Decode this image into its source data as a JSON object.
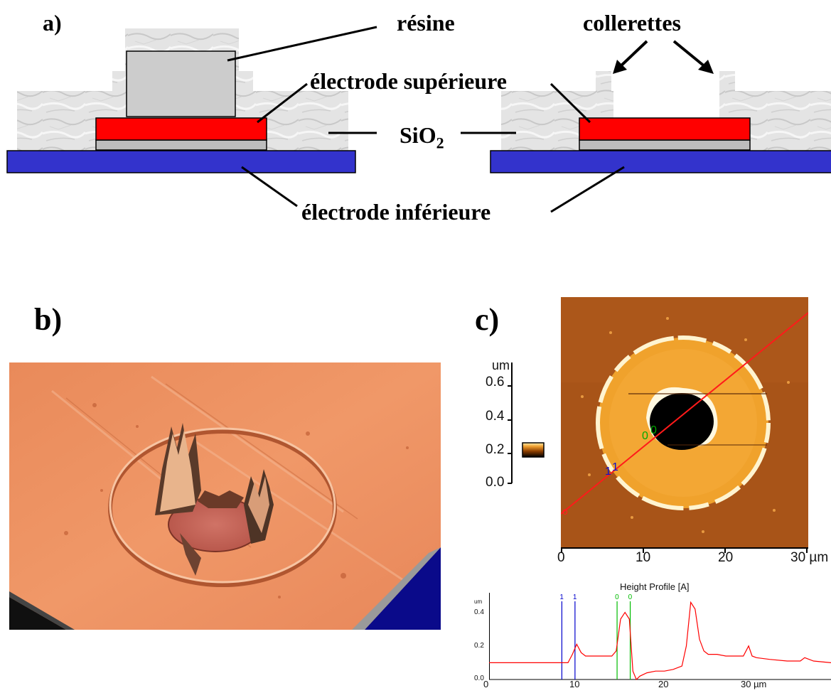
{
  "panel_a": {
    "label": "a)",
    "labels": {
      "resine": "résine",
      "collerettes": "collerettes",
      "electrode_sup": "électrode supérieure",
      "sio2_main": "SiO",
      "sio2_sub": "2",
      "electrode_inf": "électrode inférieure"
    },
    "colors": {
      "bottom_electrode": "#3333cc",
      "top_electrode": "#ff0000",
      "resist": "#cccccc",
      "sio2": "#e6e6e6"
    }
  },
  "panel_b": {
    "label": "b)"
  },
  "panel_c": {
    "label": "c)",
    "scale_unit": "um",
    "scale_ticks": [
      "0.6",
      "0.4",
      "0.2",
      "0.0"
    ],
    "image_x_ticks": [
      "0",
      "10",
      "20",
      "30 µm"
    ],
    "profile": {
      "title": "Height Profile [A]",
      "y_unit": "um",
      "y_ticks": [
        "0.4",
        "0.2",
        "0.0"
      ],
      "x_ticks": [
        "0",
        "10",
        "20",
        "30 µm"
      ],
      "marker_labels": [
        "1",
        "1",
        "0",
        "0"
      ]
    }
  },
  "chart_data": {
    "type": "line",
    "title": "Height Profile [A]",
    "xlabel": "µm",
    "ylabel": "um",
    "xlim": [
      0,
      39
    ],
    "ylim": [
      0,
      0.5
    ],
    "series": [
      {
        "x": [
          0,
          2,
          4,
          6,
          8,
          9.0,
          9.5,
          10.0,
          10.5,
          11,
          12,
          13,
          14,
          14.5,
          15.0,
          15.5,
          16.0,
          16.4,
          16.8,
          17.2,
          18,
          19,
          20,
          21,
          22,
          22.5,
          23.0,
          23.5,
          24.0,
          24.5,
          25.0,
          26,
          27,
          28,
          29,
          29.6,
          30.0,
          30.5,
          32,
          34,
          35.5,
          36,
          37,
          39
        ],
        "y": [
          0.1,
          0.1,
          0.1,
          0.1,
          0.1,
          0.1,
          0.15,
          0.21,
          0.16,
          0.14,
          0.14,
          0.14,
          0.14,
          0.17,
          0.36,
          0.4,
          0.36,
          0.05,
          0.0,
          0.02,
          0.04,
          0.05,
          0.05,
          0.06,
          0.08,
          0.2,
          0.46,
          0.42,
          0.24,
          0.17,
          0.15,
          0.15,
          0.14,
          0.14,
          0.14,
          0.2,
          0.14,
          0.13,
          0.12,
          0.11,
          0.11,
          0.13,
          0.11,
          0.1
        ]
      }
    ],
    "markers": [
      {
        "label": "1",
        "x": 8.3,
        "color": "#0000cc"
      },
      {
        "label": "1",
        "x": 9.8,
        "color": "#0000cc"
      },
      {
        "label": "0",
        "x": 14.6,
        "color": "#00bb00"
      },
      {
        "label": "0",
        "x": 16.1,
        "color": "#00bb00"
      }
    ]
  }
}
